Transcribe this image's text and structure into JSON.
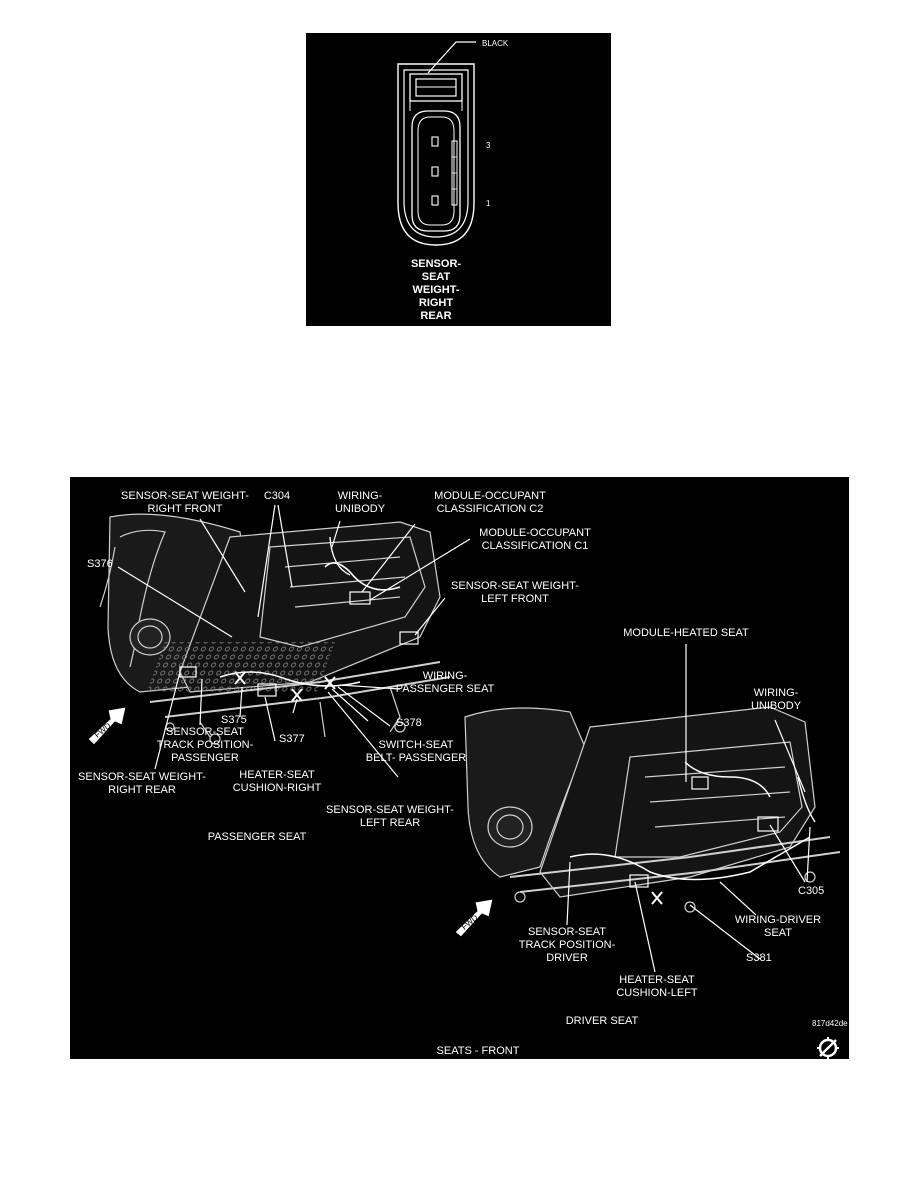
{
  "connector": {
    "color_label": "BLACK",
    "pin_top": "3",
    "pin_bottom": "1",
    "name_lines": [
      "SENSOR-",
      "SEAT",
      "WEIGHT-",
      "RIGHT",
      "REAR"
    ]
  },
  "seats": {
    "passenger": {
      "title": "PASSENGER SEAT",
      "callouts": {
        "weight_right_front": [
          "SENSOR-SEAT WEIGHT-",
          "RIGHT FRONT"
        ],
        "c304": [
          "C304"
        ],
        "wiring_unibody": [
          "WIRING-",
          "UNIBODY"
        ],
        "occupant_c2": [
          "MODULE-OCCUPANT",
          "CLASSIFICATION C2"
        ],
        "occupant_c1": [
          "MODULE-OCCUPANT",
          "CLASSIFICATION C1"
        ],
        "s376": [
          "S376"
        ],
        "weight_left_front": [
          "SENSOR-SEAT WEIGHT-",
          "LEFT FRONT"
        ],
        "wiring_passenger": [
          "WIRING-",
          "PASSENGER SEAT"
        ],
        "s375": [
          "S375"
        ],
        "s377": [
          "S377"
        ],
        "s378": [
          "S378"
        ],
        "track_position": [
          "SENSOR-SEAT",
          "TRACK POSITION-",
          "PASSENGER"
        ],
        "switch_belt": [
          "SWITCH-SEAT",
          "BELT- PASSENGER"
        ],
        "weight_right_rear": [
          "SENSOR-SEAT WEIGHT-",
          "RIGHT REAR"
        ],
        "heater_right": [
          "HEATER-SEAT",
          "CUSHION-RIGHT"
        ],
        "weight_left_rear": [
          "SENSOR-SEAT WEIGHT-",
          "LEFT REAR"
        ]
      }
    },
    "driver": {
      "title": "DRIVER SEAT",
      "callouts": {
        "module_heated": [
          "MODULE-HEATED SEAT"
        ],
        "wiring_unibody": [
          "WIRING-",
          "UNIBODY"
        ],
        "c305": [
          "C305"
        ],
        "wiring_driver": [
          "WIRING-DRIVER",
          "SEAT"
        ],
        "track_position": [
          "SENSOR-SEAT",
          "TRACK POSITION-",
          "DRIVER"
        ],
        "s381": [
          "S381"
        ],
        "heater_left": [
          "HEATER-SEAT",
          "CUSHION-LEFT"
        ]
      }
    },
    "fwd_label": "FWD",
    "caption": "SEATS - FRONT",
    "figure_id": "817d42de"
  }
}
